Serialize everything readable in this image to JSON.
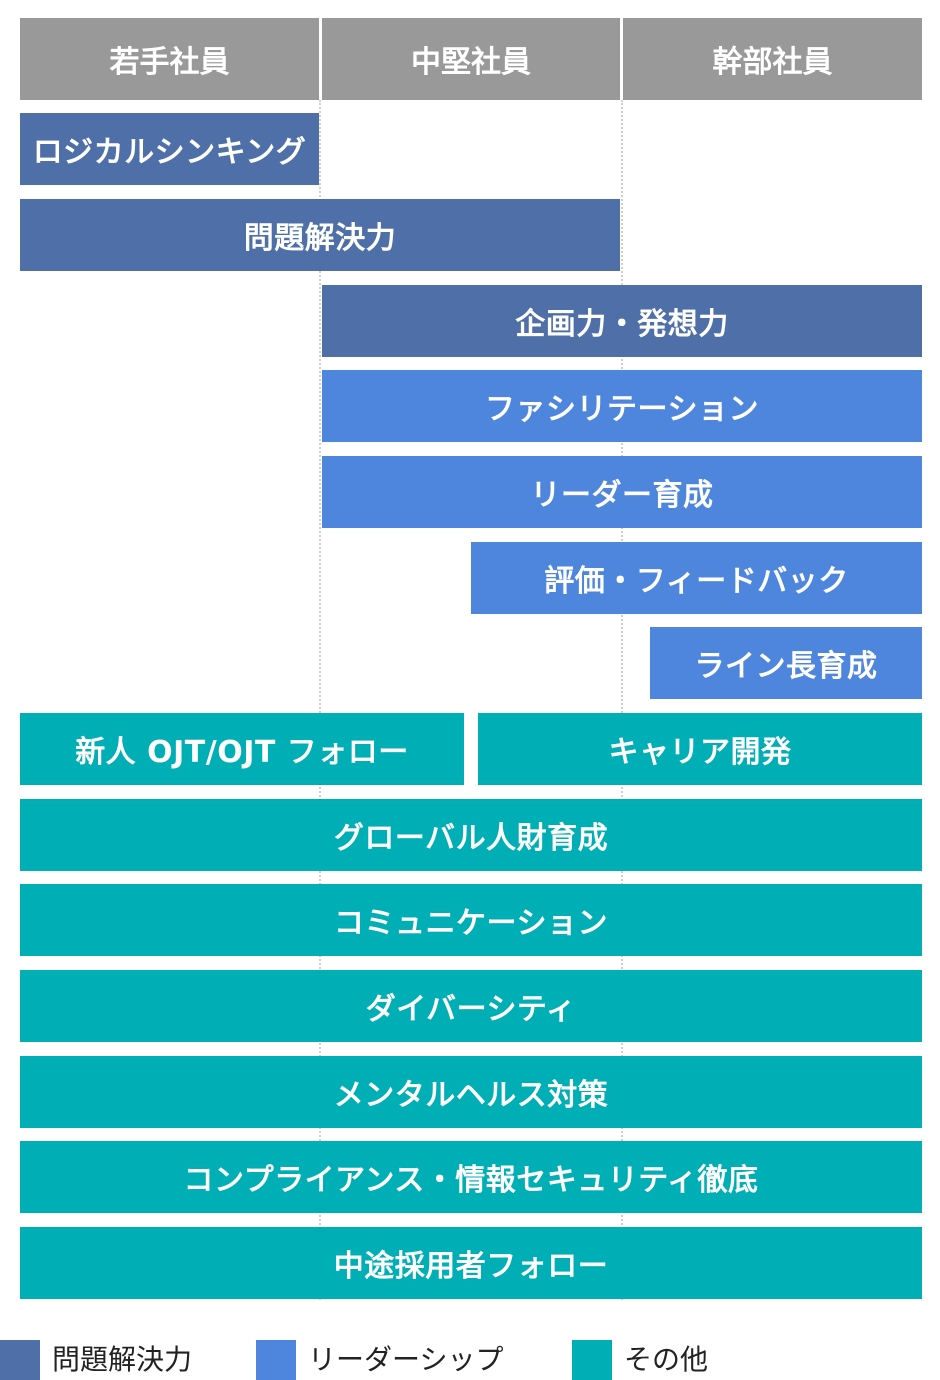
{
  "columns": [
    "若手社員",
    "中堅社員",
    "幹部社員"
  ],
  "categories": {
    "problem_solving": {
      "label": "問題解決力",
      "color": "#4f6fa8"
    },
    "leadership": {
      "label": "リーダーシップ",
      "color": "#4f86dd"
    },
    "other": {
      "label": "その他",
      "color": "#00aeb5"
    }
  },
  "programs": {
    "logical_thinking": "ロジカルシンキング",
    "problem_solving": "問題解決力",
    "planning": "企画力・発想力",
    "facilitation": "ファシリテーション",
    "leader_dev": "リーダー育成",
    "feedback": "評価・フィードバック",
    "line_manager": "ライン長育成",
    "ojt": "新人 OJT/OJT フォロー",
    "career": "キャリア開発",
    "global": "グローバル人財育成",
    "communication": "コミュニケーション",
    "diversity": "ダイバーシティ",
    "mental_health": "メンタルヘルス対策",
    "compliance": "コンプライアンス・情報セキュリティ徹底",
    "midcareer": "中途採用者フォロー"
  }
}
